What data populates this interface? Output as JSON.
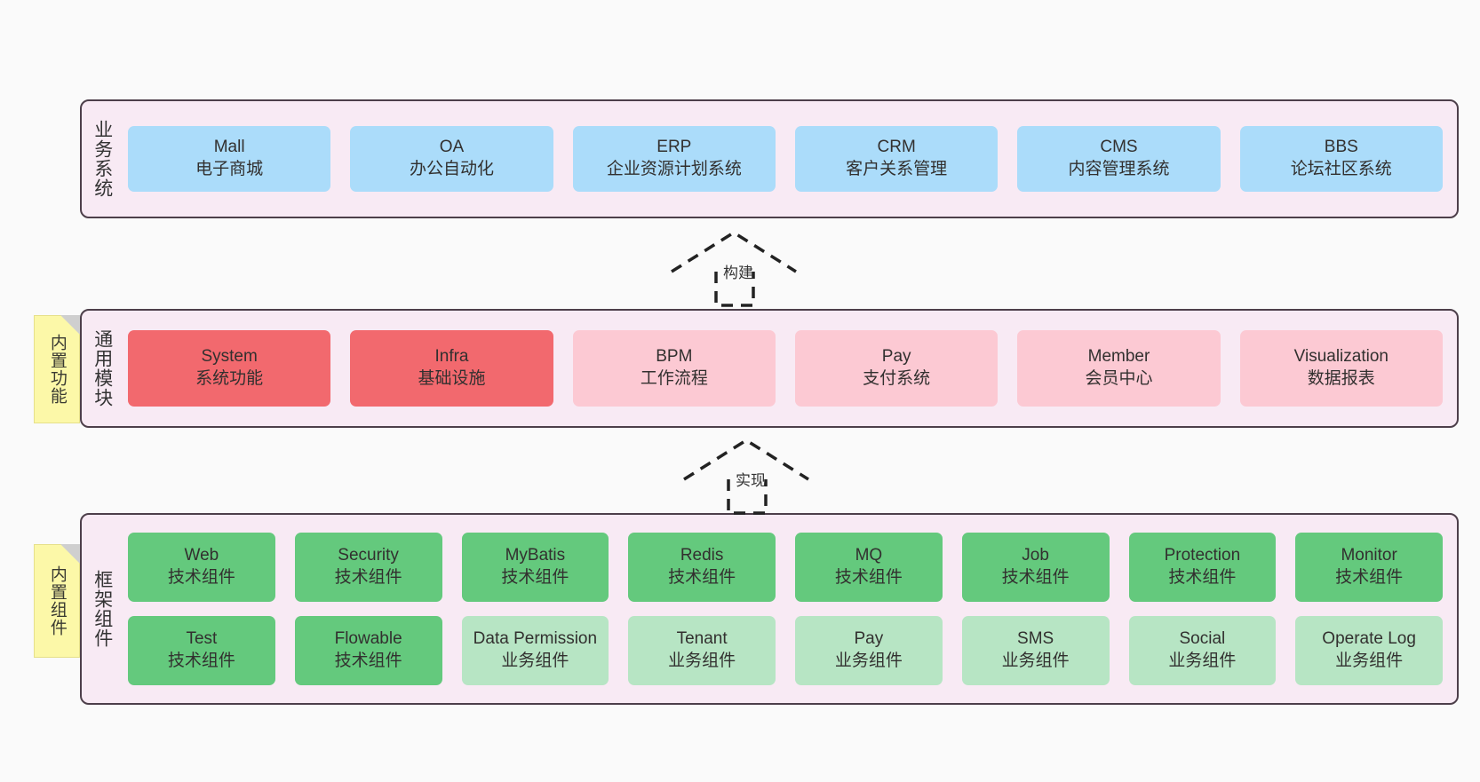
{
  "diagram": {
    "title": "",
    "colors": {
      "canvas_bg": "#fafafa",
      "panel_bg": "#f8eaf4",
      "panel_border": "#4d3f4a",
      "blue": "#abdcfa",
      "red": "#f2696e",
      "pink": "#fcc9d3",
      "green": "#64c97d",
      "light_green": "#b7e5c4",
      "sticky_yellow": "#fcf8a8",
      "sticky_fold": "#cfcfcf"
    }
  },
  "layers": {
    "business": {
      "title": "业务系统",
      "rows": [
        {
          "cells": [
            {
              "en": "Mall",
              "cn": "电子商城",
              "color": "blue"
            },
            {
              "en": "OA",
              "cn": "办公自动化",
              "color": "blue"
            },
            {
              "en": "ERP",
              "cn": "企业资源计划系统",
              "color": "blue"
            },
            {
              "en": "CRM",
              "cn": "客户关系管理",
              "color": "blue"
            },
            {
              "en": "CMS",
              "cn": "内容管理系统",
              "color": "blue"
            },
            {
              "en": "BBS",
              "cn": "论坛社区系统",
              "color": "blue"
            }
          ]
        }
      ]
    },
    "common": {
      "title": "通用模块",
      "sticky": "内置功能",
      "rows": [
        {
          "cells": [
            {
              "en": "System",
              "cn": "系统功能",
              "color": "red"
            },
            {
              "en": "Infra",
              "cn": "基础设施",
              "color": "red"
            },
            {
              "en": "BPM",
              "cn": "工作流程",
              "color": "pink"
            },
            {
              "en": "Pay",
              "cn": "支付系统",
              "color": "pink"
            },
            {
              "en": "Member",
              "cn": "会员中心",
              "color": "pink"
            },
            {
              "en": "Visualization",
              "cn": "数据报表",
              "color": "pink"
            }
          ]
        }
      ]
    },
    "framework": {
      "title": "框架组件",
      "sticky": "内置组件",
      "rows": [
        {
          "cells": [
            {
              "en": "Web",
              "cn": "技术组件",
              "color": "green"
            },
            {
              "en": "Security",
              "cn": "技术组件",
              "color": "green"
            },
            {
              "en": "MyBatis",
              "cn": "技术组件",
              "color": "green"
            },
            {
              "en": "Redis",
              "cn": "技术组件",
              "color": "green"
            },
            {
              "en": "MQ",
              "cn": "技术组件",
              "color": "green"
            },
            {
              "en": "Job",
              "cn": "技术组件",
              "color": "green"
            },
            {
              "en": "Protection",
              "cn": "技术组件",
              "color": "green"
            },
            {
              "en": "Monitor",
              "cn": "技术组件",
              "color": "green"
            }
          ]
        },
        {
          "cells": [
            {
              "en": "Test",
              "cn": "技术组件",
              "color": "green"
            },
            {
              "en": "Flowable",
              "cn": "技术组件",
              "color": "green"
            },
            {
              "en": "Data Permission",
              "cn": "业务组件",
              "color": "lightgreen"
            },
            {
              "en": "Tenant",
              "cn": "业务组件",
              "color": "lightgreen"
            },
            {
              "en": "Pay",
              "cn": "业务组件",
              "color": "lightgreen"
            },
            {
              "en": "SMS",
              "cn": "业务组件",
              "color": "lightgreen"
            },
            {
              "en": "Social",
              "cn": "业务组件",
              "color": "lightgreen"
            },
            {
              "en": "Operate Log",
              "cn": "业务组件",
              "color": "lightgreen"
            }
          ]
        }
      ]
    }
  },
  "relations": [
    {
      "id": "build",
      "label": "构建",
      "from": "common",
      "to": "business",
      "style": "dashed-generalization"
    },
    {
      "id": "impl",
      "label": "实现",
      "from": "framework",
      "to": "common",
      "style": "dashed-generalization"
    }
  ]
}
